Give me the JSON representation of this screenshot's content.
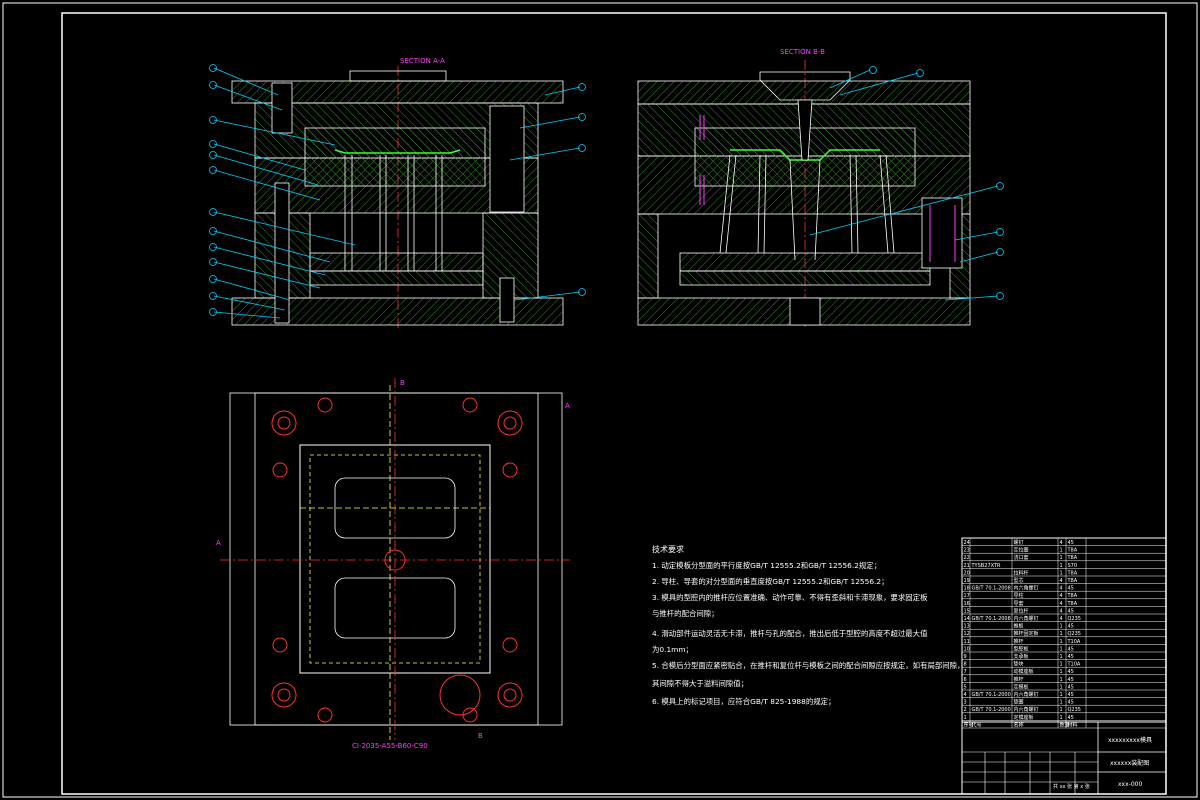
{
  "drawing": {
    "section_a_title": "SECTION A-A",
    "section_b_title": "SECTION B-B",
    "plan_caption": "CI-2035-A55-B60-C90",
    "section_letter_a": "A",
    "section_letter_b": "B"
  },
  "tech_notes": {
    "heading": "技术要求",
    "items": [
      "1. 动定模板分型面的平行度按GB/T 12555.2和GB/T 12556.2规定；",
      "2. 导柱、导套的对分型面的垂直度按GB/T 12555.2和GB/T 12556.2；",
      "3. 模具的型腔内的推杆应位置准确、动作可靠、不得有歪斜和卡滞现象，要求固定板",
      "   与推杆的配合间隙；",
      "4. 滑动部件运动灵活无卡滞，推杆与孔的配合，推出后低于型腔的高度不超过最大值",
      "   为0.1mm；",
      "5. 合模后分型面应紧密贴合，在推杆和复位杆与模板之间的配合间隙应按规定，如有局部间隙，",
      "   其间隙不得大于溢料间隙值；",
      "6. 模具上的标记项目，应符合GB/T 825-1988的规定；"
    ]
  },
  "bom": {
    "rows": [
      {
        "no": "24",
        "std": "",
        "name": "螺钉",
        "qty": "4",
        "mat": "45"
      },
      {
        "no": "23",
        "std": "",
        "name": "定位圈",
        "qty": "1",
        "mat": "T8A"
      },
      {
        "no": "22",
        "std": "",
        "name": "浇口套",
        "qty": "1",
        "mat": "T8A"
      },
      {
        "no": "21",
        "std": "TYSB27XTR",
        "name": "",
        "qty": "1",
        "mat": "S70"
      },
      {
        "no": "20",
        "std": "",
        "name": "拉料杆",
        "qty": "1",
        "mat": "T8A"
      },
      {
        "no": "19",
        "std": "",
        "name": "型芯",
        "qty": "4",
        "mat": "T8A"
      },
      {
        "no": "18",
        "std": "GB/T 70.1-2008",
        "name": "内六角螺钉",
        "qty": "4",
        "mat": "45"
      },
      {
        "no": "17",
        "std": "",
        "name": "导柱",
        "qty": "4",
        "mat": "T8A"
      },
      {
        "no": "16",
        "std": "",
        "name": "导套",
        "qty": "4",
        "mat": "T8A"
      },
      {
        "no": "15",
        "std": "",
        "name": "复位杆",
        "qty": "4",
        "mat": "45"
      },
      {
        "no": "14",
        "std": "GB/T 70.1-2008",
        "name": "内六角螺钉",
        "qty": "4",
        "mat": "Q235"
      },
      {
        "no": "13",
        "std": "",
        "name": "推板",
        "qty": "1",
        "mat": "45"
      },
      {
        "no": "12",
        "std": "",
        "name": "推杆固定板",
        "qty": "1",
        "mat": "Q235"
      },
      {
        "no": "11",
        "std": "",
        "name": "推杆",
        "qty": "1",
        "mat": "T10A"
      },
      {
        "no": "10",
        "std": "",
        "name": "型腔板",
        "qty": "1",
        "mat": "45"
      },
      {
        "no": "9",
        "std": "",
        "name": "支承板",
        "qty": "1",
        "mat": "45"
      },
      {
        "no": "8",
        "std": "",
        "name": "垫块",
        "qty": "1",
        "mat": "T10A"
      },
      {
        "no": "7",
        "std": "",
        "name": "动模座板",
        "qty": "1",
        "mat": "45"
      },
      {
        "no": "6",
        "std": "",
        "name": "推杆",
        "qty": "1",
        "mat": "45"
      },
      {
        "no": "5",
        "std": "",
        "name": "定模板",
        "qty": "1",
        "mat": "45"
      },
      {
        "no": "4",
        "std": "GB/T 70.1-2000",
        "name": "内六角螺钉",
        "qty": "1",
        "mat": "45"
      },
      {
        "no": "3",
        "std": "",
        "name": "垫圈",
        "qty": "1",
        "mat": "45"
      },
      {
        "no": "2",
        "std": "GB/T 70.1-2000",
        "name": "内六角螺钉",
        "qty": "1",
        "mat": "Q235"
      },
      {
        "no": "1",
        "std": "",
        "name": "定模座板",
        "qty": "1",
        "mat": "45"
      }
    ],
    "header": {
      "no": "序号",
      "std": "代号",
      "name": "名称",
      "qty": "数量",
      "mat": "材料"
    }
  },
  "title_block": {
    "project": "xxxxxxxxx模具",
    "drawing_title": "xxxxxx装配图",
    "code": "xxx-000",
    "scale_row": "共 xx 张  第 x 张"
  },
  "colors": {
    "frame": "#ffffff",
    "hatch": "#3a8a2a",
    "cavity": "#3aff3a",
    "center": "#ff3030",
    "leader": "#00d0ff",
    "section_label": "#ff3cff",
    "hidden": "#ffff40"
  }
}
